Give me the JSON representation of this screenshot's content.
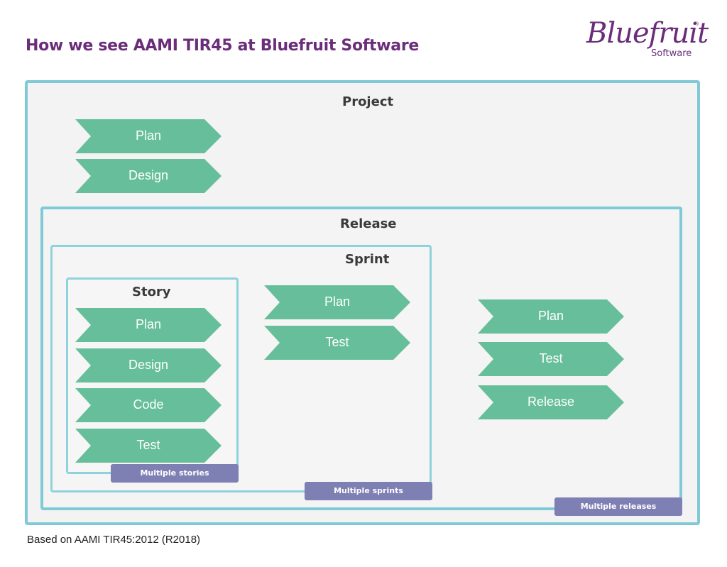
{
  "title": "How we see AAMI TIR45 at Bluefruit Software",
  "logo": {
    "script": "Bluefruit",
    "sub": "Software",
    "reg": "®"
  },
  "colors": {
    "accent": "#6b2d7a",
    "chevron": "#66bf9a",
    "border": "#7fcad6",
    "tag": "#7e7fb3"
  },
  "project": {
    "label": "Project",
    "steps": [
      "Plan",
      "Design"
    ]
  },
  "release": {
    "label": "Release",
    "steps": [
      "Plan",
      "Test",
      "Release"
    ],
    "tag": "Multiple releases"
  },
  "sprint": {
    "label": "Sprint",
    "steps": [
      "Plan",
      "Test"
    ],
    "tag": "Multiple sprints"
  },
  "story": {
    "label": "Story",
    "steps": [
      "Plan",
      "Design",
      "Code",
      "Test"
    ],
    "tag": "Multiple stories"
  },
  "footnote": "Based on AAMI TIR45:2012 (R2018)"
}
